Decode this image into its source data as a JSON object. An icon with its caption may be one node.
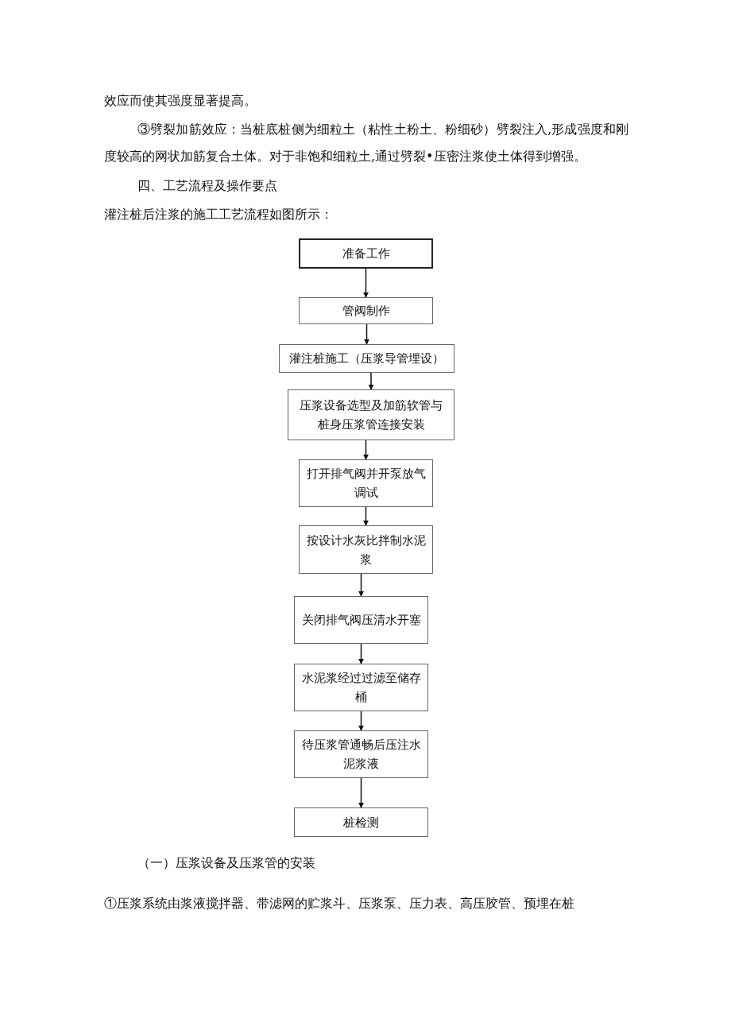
{
  "diagram": {
    "nodes": [
      {
        "text": [
          "准备工作"
        ]
      },
      {
        "text": [
          "管阀制作"
        ]
      },
      {
        "text": [
          "灌注桩施工（压浆导管埋设）"
        ]
      },
      {
        "text": [
          "压浆设备选型及加筋软管与桩身压浆管连接安装"
        ]
      },
      {
        "text": [
          "打开排气阀并开泵放气调试"
        ]
      },
      {
        "text": [
          "按设计水灰比拌制水泥浆"
        ]
      },
      {
        "text": [
          "关闭排气阀压清水开塞"
        ]
      },
      {
        "text": [
          "水泥浆经过过滤至储存桶"
        ]
      },
      {
        "text": [
          "待压浆管通畅后压注水泥浆液"
        ]
      },
      {
        "text": [
          "桩检测"
        ]
      }
    ],
    "edges": [
      {
        "from": 0,
        "to": 1,
        "arrow": "to"
      },
      {
        "from": 1,
        "to": 2,
        "arrow": "to"
      },
      {
        "from": 2,
        "to": 3,
        "arrow": "to"
      },
      {
        "from": 3,
        "to": 4,
        "arrow": "to"
      },
      {
        "from": 4,
        "to": 5,
        "arrow": "to"
      },
      {
        "from": 5,
        "to": 6,
        "arrow": "to"
      },
      {
        "from": 6,
        "to": 7,
        "arrow": "to"
      },
      {
        "from": 7,
        "to": 8,
        "arrow": "to"
      },
      {
        "from": 8,
        "to": 9,
        "arrow": "to"
      }
    ],
    "labels": [
      "效应而使其强度显著提高。",
      "③劈裂加筋效应：当桩底桩侧为细粒土（粘性土粉土、粉细砂）劈裂注入,形成强度和刚度较高的网状加筋复合土体。对于非饱和细粒土,通过劈裂•压密注浆使土体得到增强。",
      "四、工艺流程及操作要点",
      "灌注桩后注浆的施工工艺流程如图所示：",
      "（一）压浆设备及压浆管的安装",
      "①压浆系统由浆液搅拌器、带滤网的贮浆斗、压浆泵、压力表、高压胶管、预埋在桩"
    ]
  }
}
